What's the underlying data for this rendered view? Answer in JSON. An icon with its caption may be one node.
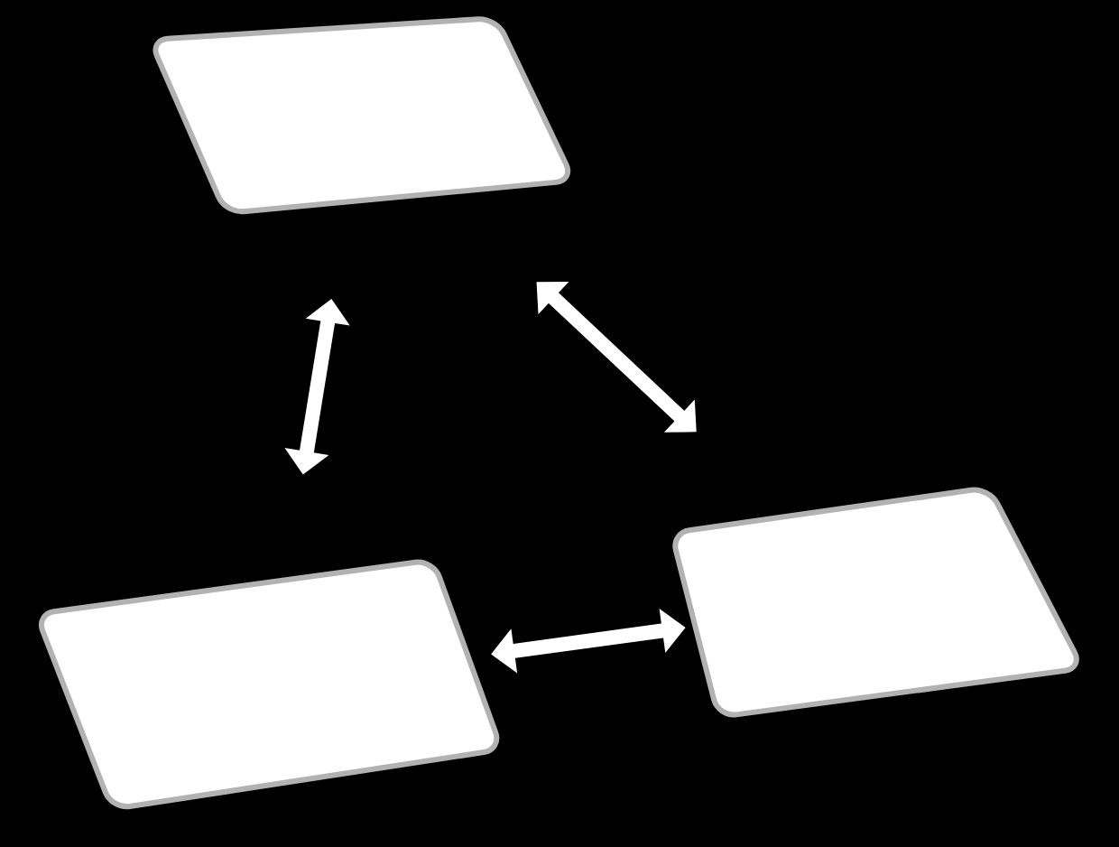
{
  "diagram": {
    "nodes": [
      {
        "text": [],
        "shape": "box"
      },
      {
        "text": [],
        "shape": "box"
      },
      {
        "text": [],
        "shape": "box"
      }
    ],
    "edges": [
      {
        "from": 0,
        "to": 1,
        "arrow": "both"
      },
      {
        "from": 0,
        "to": 2,
        "arrow": "both"
      },
      {
        "from": 1,
        "to": 2,
        "arrow": "both"
      }
    ]
  }
}
